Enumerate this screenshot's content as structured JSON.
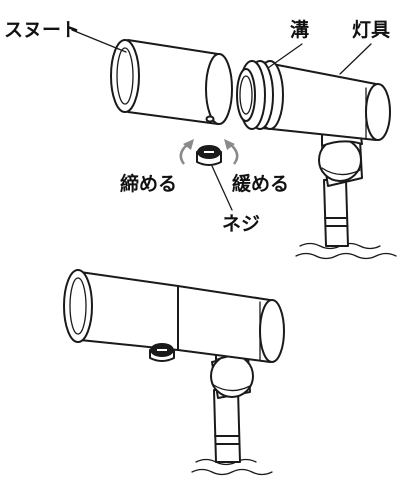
{
  "labels": {
    "sleeve": "スヌート",
    "groove": "溝",
    "fixture": "灯具",
    "tighten": "締める",
    "loosen": "緩める",
    "screw": "ネジ"
  },
  "colors": {
    "line": "#1a1a1a",
    "arrow": "#8a8a8a",
    "background": "#ffffff"
  },
  "icons": {
    "rotate_arrows": "curved-arrow-icon"
  }
}
